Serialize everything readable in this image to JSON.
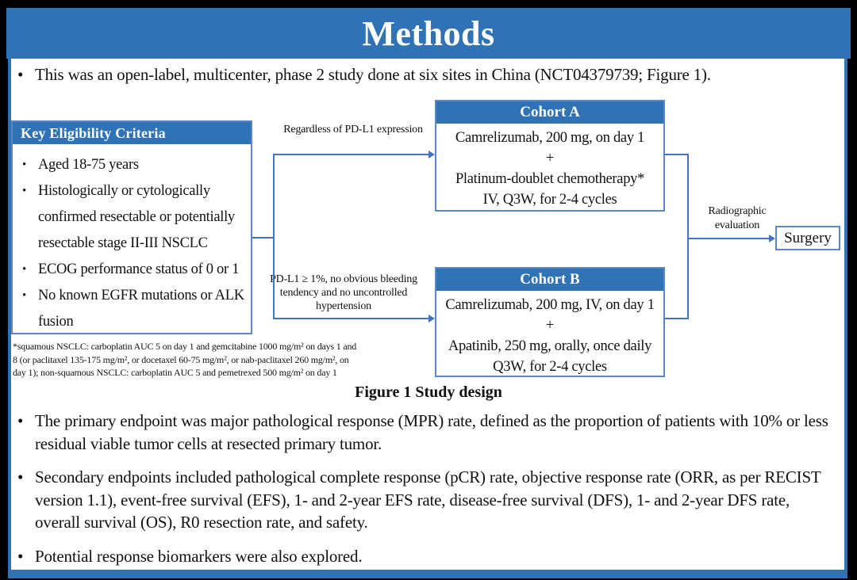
{
  "slide": {
    "title": "Methods",
    "intro_bullet": "This was an open-label, multicenter, phase 2 study done at six sites in China (NCT04379739; Figure 1).",
    "bottom_bullets": [
      "The primary endpoint was major pathological response (MPR) rate, defined as the proportion of patients with 10% or less residual viable tumor cells at resected primary tumor.",
      "Secondary endpoints included pathological complete response (pCR) rate, objective response rate (ORR, as per RECIST version 1.1), event-free survival (EFS), 1- and 2-year EFS rate, disease-free survival (DFS), 1- and 2-year DFS rate, overall survival (OS), R0 resection rate, and safety.",
      "Potential response biomarkers were also explored."
    ]
  },
  "figure": {
    "caption": "Figure 1 Study design",
    "eligibility": {
      "title": "Key Eligibility Criteria",
      "items": [
        "Aged 18-75 years",
        "Histologically or cytologically confirmed resectable or potentially resectable stage II-III NSCLC",
        "ECOG performance status of 0 or 1",
        "No known EGFR mutations or ALK fusion"
      ]
    },
    "branch_labels": {
      "to_cohort_a": "Regardless of PD-L1 expression",
      "to_cohort_b": "PD-L1 ≥ 1%, no obvious bleeding tendency and no uncontrolled hypertension"
    },
    "cohort_a": {
      "title": "Cohort A",
      "lines": [
        "Camrelizumab, 200 mg, on day 1",
        "+",
        "Platinum-doublet chemotherapy*",
        "IV, Q3W, for 2-4 cycles"
      ]
    },
    "cohort_b": {
      "title": "Cohort B",
      "lines": [
        "Camrelizumab, 200 mg, IV, on day 1",
        "+",
        "Apatinib, 250 mg, orally, once daily",
        "Q3W, for 2-4 cycles"
      ]
    },
    "evaluation_label": "Radiographic evaluation",
    "surgery_label": "Surgery",
    "footnote": "*squamous NSCLC: carboplatin AUC 5 on day 1 and gemcitabine 1000 mg/m² on days 1 and 8 (or paclitaxel 135-175 mg/m², or docetaxel 60-75 mg/m², or nab-paclitaxel 260 mg/m², on day 1); non-squamous NSCLC: carboplatin AUC 5 and pemetrexed 500 mg/m² on day 1"
  },
  "colors": {
    "primary_blue": "#2F72B5",
    "connector_blue": "#4472C4",
    "box_border_blue": "#5B87C5"
  }
}
